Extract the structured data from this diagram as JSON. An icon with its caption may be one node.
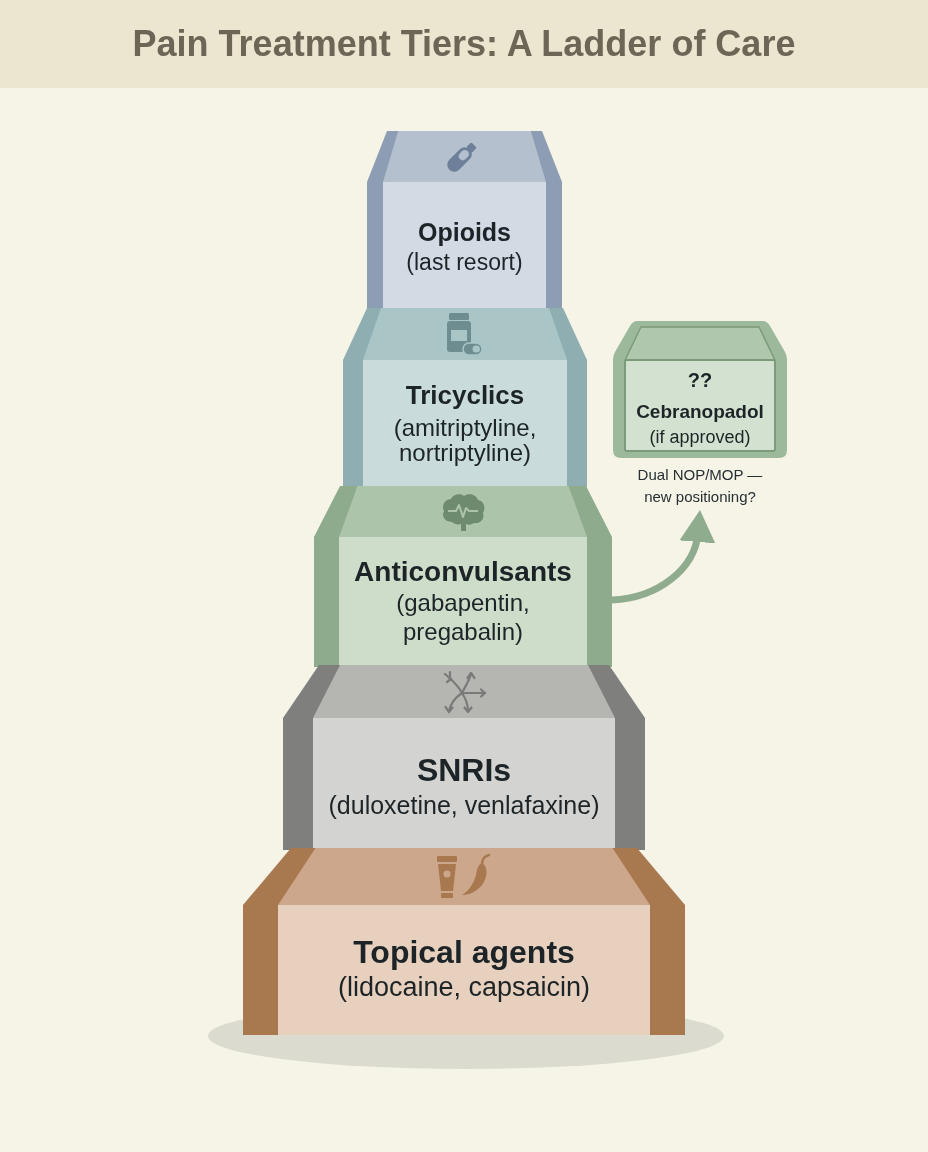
{
  "diagram": {
    "title": "Pain Treatment Tiers: A Ladder of Care",
    "nodes": [
      {
        "text": [
          "Opioids",
          "(last resort)"
        ]
      },
      {
        "text": [
          "Tricyclics",
          "(amitriptyline, nortriptyline)"
        ]
      },
      {
        "text": [
          "??",
          "Cebranopadol",
          "(if approved)"
        ],
        "beside": [
          "Dual NOP/MOP — new positioning?"
        ]
      },
      {
        "text": [
          "Anticonvulsants",
          "(gabapentin, pregabalin)"
        ]
      },
      {
        "text": [
          "SNRIs",
          "(duloxetine, venlafaxine)"
        ]
      },
      {
        "text": [
          "Topical agents",
          "(lidocaine, capsaicin)"
        ]
      }
    ],
    "edges": [
      {
        "from": 3,
        "to": 2,
        "arrow": "to"
      }
    ]
  }
}
